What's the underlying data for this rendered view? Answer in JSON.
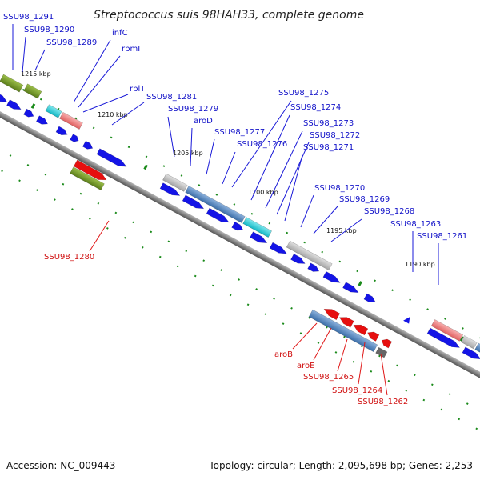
{
  "title": "Streptococcus suis 98HAH33, complete genome",
  "footer": {
    "accession": "Accession: NC_009443",
    "summary": "Topology: circular; Length: 2,095,698 bp; Genes: 2,253"
  },
  "ticks": [
    "1215 kbp",
    "1210 kbp",
    "1205 kbp",
    "1200 kbp",
    "1195 kbp",
    "1190 kbp"
  ],
  "forward_labels": [
    "SSU98_1291",
    "SSU98_1290",
    "SSU98_1289",
    "infC",
    "rpmI",
    "rplT",
    "SSU98_1281",
    "SSU98_1279",
    "aroD",
    "SSU98_1277",
    "SSU98_1276",
    "SSU98_1275",
    "SSU98_1274",
    "SSU98_1273",
    "SSU98_1272",
    "SSU98_1271",
    "SSU98_1270",
    "SSU98_1269",
    "SSU98_1268",
    "SSU98_1263",
    "SSU98_1261"
  ],
  "reverse_labels": [
    "SSU98_1280",
    "aroB",
    "aroE",
    "SSU98_1265",
    "SSU98_1264",
    "SSU98_1262"
  ],
  "colors": {
    "cds_forward": "#1414e6",
    "cds_reverse": "#e60f0f",
    "backbone": "#7a7a7a",
    "gc_dots": "#1a8a1a",
    "steelblue": "#4a7fbd",
    "grey_box": "#b8b8b8",
    "cyan": "#20c8d0",
    "olive": "#6b8f22",
    "salmon": "#ec7b7b"
  }
}
